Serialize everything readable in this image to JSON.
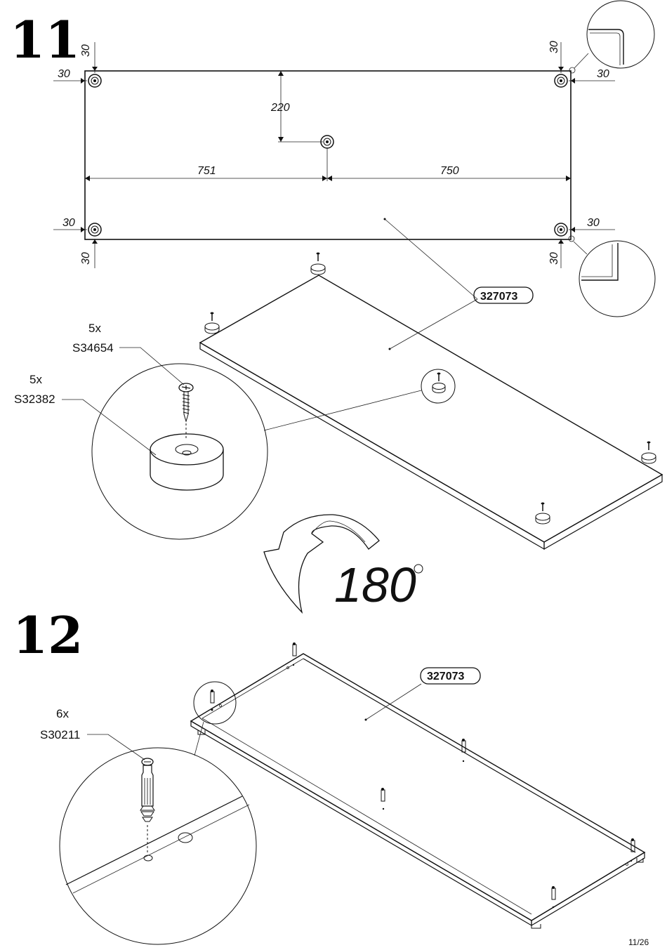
{
  "steps": [
    {
      "number": "11",
      "dimensions": {
        "edge_offset": "30",
        "center_depth": "220",
        "left_span": "751",
        "right_span": "750"
      },
      "panel_part": "327073",
      "hardware": [
        {
          "qty": "5x",
          "code": "S34654",
          "icon": "screw-icon"
        },
        {
          "qty": "5x",
          "code": "S32382",
          "icon": "glide-pad-icon"
        }
      ],
      "rotation": {
        "value": "180",
        "unit_symbol": "°",
        "icon": "rotate-arrow-icon"
      }
    },
    {
      "number": "12",
      "panel_part": "327073",
      "hardware": [
        {
          "qty": "6x",
          "code": "S30211",
          "icon": "cam-dowel-icon"
        }
      ]
    }
  ],
  "page_number": "11/26"
}
